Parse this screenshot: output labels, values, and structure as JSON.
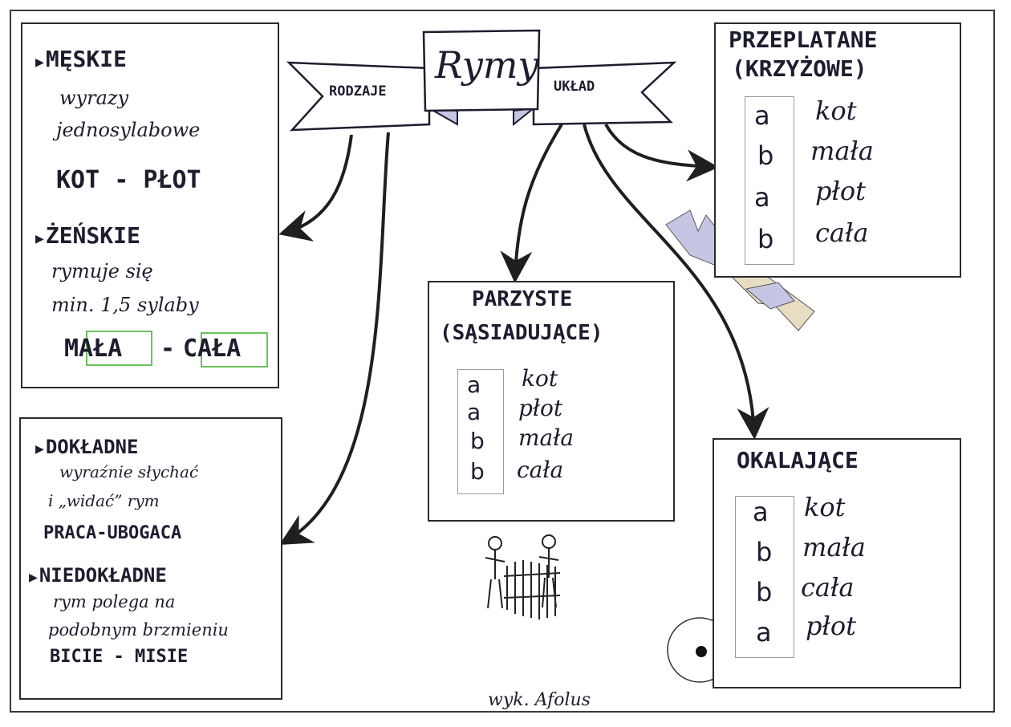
{
  "banner": {
    "title": "Rymy",
    "left_label": "RODZAJE",
    "right_label": "UKŁAD"
  },
  "types": {
    "meskie": {
      "heading": "MĘSKIE",
      "desc_lines": [
        "wyrazy",
        "jednosylabowe"
      ],
      "example": "KOT - PŁOT"
    },
    "zenskie": {
      "heading": "ŻEŃSKIE",
      "desc_lines": [
        "rymuje się",
        "min. 1,5 sylaby"
      ],
      "example_a": "MAŁA",
      "example_dash": "-",
      "example_b": "CAŁA"
    },
    "dokladne": {
      "heading": "DOKŁADNE",
      "desc_lines": [
        "wyraźnie słychać",
        "i „widać” rym"
      ],
      "example": "PRACA-UBOGACA"
    },
    "niedokladne": {
      "heading": "NIEDOKŁADNE",
      "desc_lines": [
        "rym polega na",
        "podobnym brzmieniu"
      ],
      "example": "BICIE - MISIE"
    }
  },
  "layouts": {
    "przeplatane": {
      "title_lines": [
        "PRZEPLATANE",
        "(KRZYŻOWE)"
      ],
      "rows": [
        {
          "letter": "a",
          "word": "kot"
        },
        {
          "letter": "b",
          "word": "mała"
        },
        {
          "letter": "a",
          "word": "płot"
        },
        {
          "letter": "b",
          "word": "cała"
        }
      ]
    },
    "parzyste": {
      "title_lines": [
        "PARZYSTE",
        "(SĄSIADUJĄCE)"
      ],
      "rows": [
        {
          "letter": "a",
          "word": "kot"
        },
        {
          "letter": "a",
          "word": "płot"
        },
        {
          "letter": "b",
          "word": "mała"
        },
        {
          "letter": "b",
          "word": "cała"
        }
      ]
    },
    "okalajace": {
      "title_lines": [
        "OKALAJĄCE"
      ],
      "rows": [
        {
          "letter": "a",
          "word": "kot"
        },
        {
          "letter": "b",
          "word": "mała"
        },
        {
          "letter": "b",
          "word": "cała"
        },
        {
          "letter": "a",
          "word": "płot"
        }
      ]
    }
  },
  "signature": "wyk. Afolus",
  "colors": {
    "ink": "#1c1d2e",
    "highlight": "#68c25d",
    "ribbon_lavender": "#c4c6e4",
    "ribbon_beige": "#e8dcc2"
  },
  "icons": [
    "boy-figures-icon",
    "girl-figures-icon",
    "people-fence-icon",
    "wheel-icon",
    "zigzag-ribbon-icon"
  ]
}
